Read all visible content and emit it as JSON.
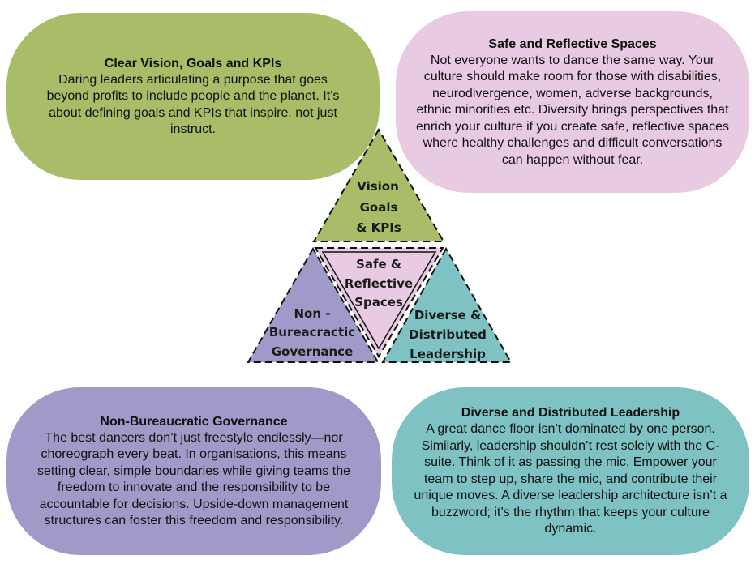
{
  "vision_box": {
    "title": "Clear Vision, Goals and KPIs",
    "body": "Daring leaders articulating a purpose that goes beyond profits to include people and the planet. It’s about defining goals and KPIs that inspire, not just instruct."
  },
  "safe_box": {
    "title": "Safe and Reflective Spaces",
    "body": "Not everyone wants to dance the same way. Your culture should make room for those with disabilities, neurodivergence, women, adverse backgrounds, ethnic minorities etc. Diversity brings perspectives that enrich your culture if you create safe, reflective spaces where healthy challenges and difficult conversations can happen without fear."
  },
  "governance_box": {
    "title": "Non-Bureaucratic Governance",
    "body": "The best dancers don’t just freestyle endlessly—nor choreograph every beat. In organisations, this means setting clear, simple boundaries while giving teams the freedom to innovate and the responsibility to be accountable for decisions. Upside-down management structures can foster this freedom and responsibility."
  },
  "diverse_box": {
    "title": "Diverse and Distributed Leadership",
    "body": "A great dance floor isn’t dominated by one person. Similarly, leadership shouldn’t rest solely with the C-suite. Think of it as passing the mic. Empower your team to step up, share the mic, and contribute their unique moves. A diverse leadership architecture isn’t a buzzword; it’s the rhythm that keeps your culture dynamic."
  },
  "pyramid": {
    "top": [
      "Vision",
      "Goals",
      "& KPIs"
    ],
    "center": [
      "Safe &",
      "Reflective",
      "Spaces"
    ],
    "left": [
      "Non -",
      "Bureacractic",
      "Governance"
    ],
    "right": [
      "Diverse &",
      "Distributed",
      "Leadership"
    ]
  },
  "colors": {
    "vision": "#a9bd68",
    "safe": "#e8cbe2",
    "governance": "#a09ac8",
    "diverse": "#7fc2c4",
    "outline": "#111111"
  }
}
